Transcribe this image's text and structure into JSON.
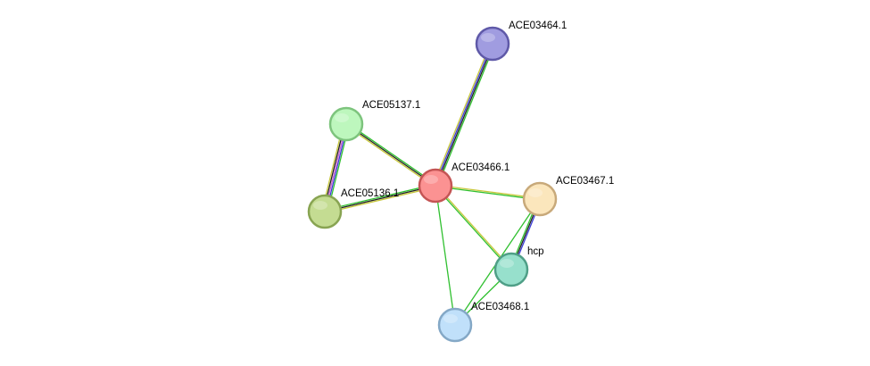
{
  "nodes": [
    {
      "id": "ACE03464.1",
      "label": "ACE03464.1",
      "fill": "#a09ce0",
      "stroke": "#5f59a8"
    },
    {
      "id": "ACE05137.1",
      "label": "ACE05137.1",
      "fill": "#bdf7bd",
      "stroke": "#7dc47d"
    },
    {
      "id": "ACE03466.1",
      "label": "ACE03466.1",
      "fill": "#fb9292",
      "stroke": "#c45555"
    },
    {
      "id": "ACE03467.1",
      "label": "ACE03467.1",
      "fill": "#fbe6bc",
      "stroke": "#c8a97a"
    },
    {
      "id": "ACE05136.1",
      "label": "ACE05136.1",
      "fill": "#c4dc92",
      "stroke": "#88a452"
    },
    {
      "id": "hcp",
      "label": "hcp",
      "fill": "#97e0cc",
      "stroke": "#4f9f87"
    },
    {
      "id": "ACE03468.1",
      "label": "ACE03468.1",
      "fill": "#c0e0fa",
      "stroke": "#84a8c6"
    }
  ],
  "edges": [
    {
      "source": "ACE03466.1",
      "target": "ACE03464.1",
      "colors": [
        "#c8c83c",
        "#3c3cd8",
        "#222222",
        "#30c030"
      ]
    },
    {
      "source": "ACE03466.1",
      "target": "ACE05137.1",
      "colors": [
        "#c8c83c",
        "#222222",
        "#30c030"
      ]
    },
    {
      "source": "ACE03466.1",
      "target": "ACE05136.1",
      "colors": [
        "#c8c83c",
        "#222222",
        "#30c030"
      ]
    },
    {
      "source": "ACE05137.1",
      "target": "ACE05136.1",
      "colors": [
        "#30c030",
        "#3c3cd8",
        "#d060d0",
        "#222222",
        "#c8c83c"
      ]
    },
    {
      "source": "ACE03466.1",
      "target": "ACE03467.1",
      "colors": [
        "#c8c83c",
        "#30c030"
      ]
    },
    {
      "source": "ACE03466.1",
      "target": "hcp",
      "colors": [
        "#c8c83c",
        "#30c030"
      ]
    },
    {
      "source": "ACE03466.1",
      "target": "ACE03468.1",
      "colors": [
        "#30c030"
      ]
    },
    {
      "source": "ACE03467.1",
      "target": "hcp",
      "colors": [
        "#3c3cd8",
        "#222222",
        "#30c030"
      ]
    },
    {
      "source": "ACE03467.1",
      "target": "ACE03468.1",
      "colors": [
        "#30c030"
      ]
    },
    {
      "source": "hcp",
      "target": "ACE03468.1",
      "colors": [
        "#30c030"
      ]
    }
  ]
}
